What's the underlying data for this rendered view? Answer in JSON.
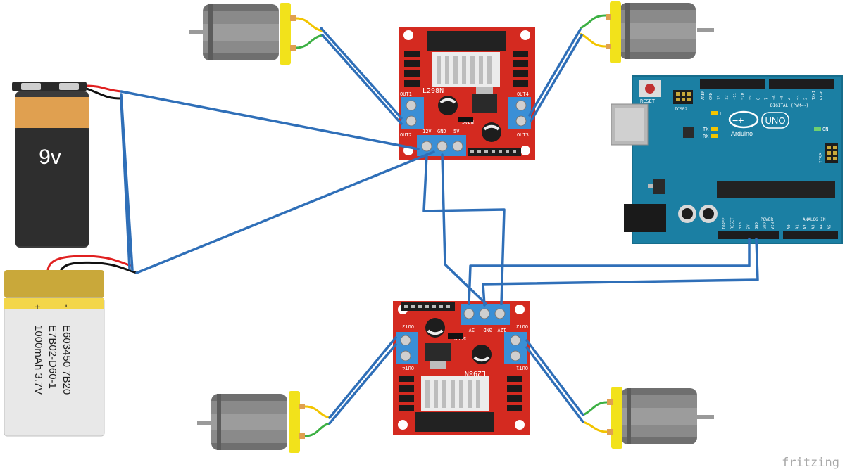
{
  "battery_9v": {
    "label": "9v"
  },
  "lipo": {
    "minus": "-",
    "plus": "+",
    "line1": "E603450 7B20",
    "line2": "E7B02-D60-1",
    "line3": "1000mAh 3.7V"
  },
  "l298n_top": {
    "chip": "L298N",
    "out1": "OUT1",
    "out2": "OUT2",
    "out3": "OUT3",
    "out4": "OUT4",
    "v12": "12V",
    "gnd": "GND",
    "v5": "5V",
    "sven": "5VEN"
  },
  "l298n_bottom": {
    "chip": "L298N",
    "out1": "OUT1",
    "out2": "OUT2",
    "out3": "OUT3",
    "out4": "OUT4",
    "v12": "12V",
    "gnd": "GND",
    "v5": "5V",
    "sven": "5VEN"
  },
  "arduino": {
    "reset": "RESET",
    "icsp2": "ICSP2",
    "icsp": "ICSP",
    "l": "L",
    "tx": "TX",
    "rx": "RX",
    "on": "ON",
    "brand": "Arduino",
    "model": "UNO",
    "digital": "DIGITAL (PWM=~)",
    "power": "POWER",
    "analog": "ANALOG IN",
    "top_pins": [
      "AREF",
      "GND",
      "13",
      "12",
      "~11",
      "~10",
      "~9",
      "8",
      "7",
      "~6",
      "~5",
      "4",
      "~3",
      "2",
      "TX▸1",
      "RX◂0"
    ],
    "power_pins": [
      "IOREF",
      "RESET",
      "3V3",
      "5V",
      "GND",
      "GND",
      "VIN"
    ],
    "analog_pins": [
      "A0",
      "A1",
      "A2",
      "A3",
      "A4",
      "A5"
    ]
  },
  "footer": {
    "watermark": "fritzing"
  },
  "colors": {
    "wire": "#2f6fb8",
    "board_red": "#d42a20",
    "arduino_teal": "#1b7fa3",
    "terminal_blue": "#3a8fd6",
    "motor_gray": "#7a7a7a",
    "motor_yellow": "#f2e21b"
  }
}
